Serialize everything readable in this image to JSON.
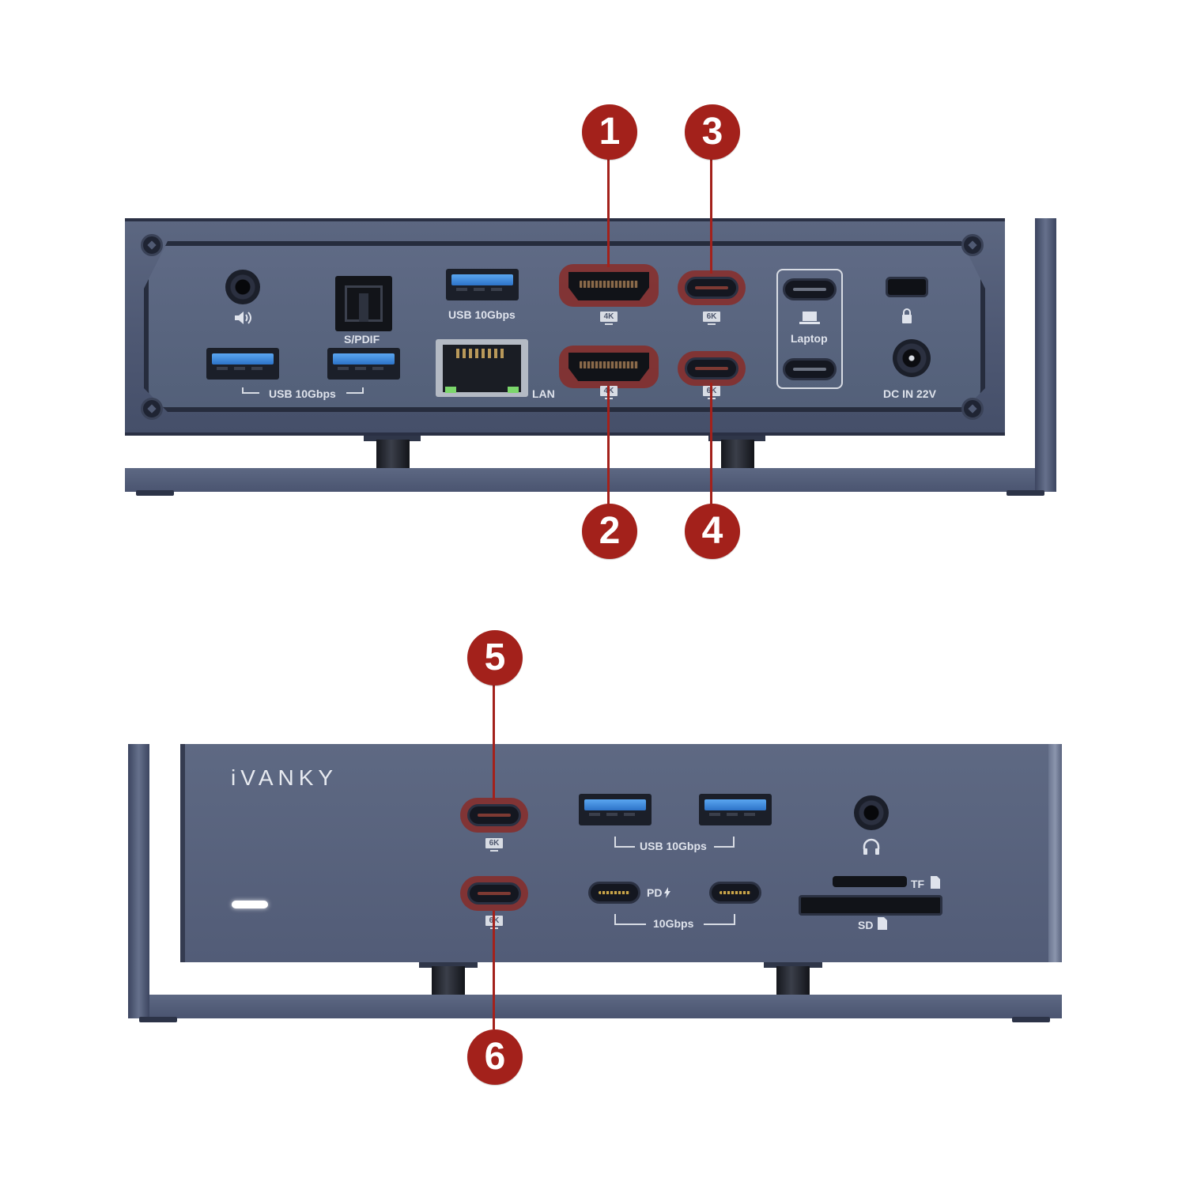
{
  "brand": "iVANKY",
  "callouts": [
    "1",
    "2",
    "3",
    "4",
    "5",
    "6"
  ],
  "rear_panel": {
    "usb_top_label": "USB 10Gbps",
    "usb_bottom_label": "USB 10Gbps",
    "spdif_label": "S/PDIF",
    "lan_label": "LAN",
    "laptop_label": "Laptop",
    "dc_label": "DC IN 22V",
    "hdmi_res": [
      "4K",
      "4K"
    ],
    "usbc_res": [
      "6K",
      "6K"
    ]
  },
  "front_panel": {
    "usbc_res": [
      "6K",
      "6K"
    ],
    "usb_label": "USB 10Gbps",
    "pd_label": "PD",
    "usbc_speed_label": "10Gbps",
    "tf_label": "TF",
    "sd_label": "SD"
  },
  "colors": {
    "accent": "#a3211b",
    "body": "#4e5873"
  },
  "icons": [
    "speaker-icon",
    "monitor-icon",
    "laptop-icon",
    "lock-icon",
    "headphones-icon",
    "bolt-icon",
    "card-icon"
  ]
}
